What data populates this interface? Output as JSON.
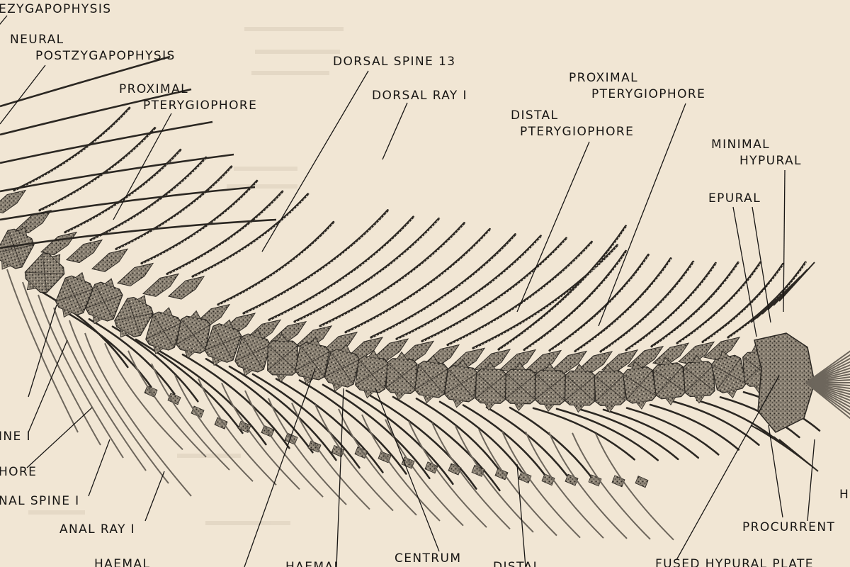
{
  "labels": {
    "prezygapophysis": "EZYGAPOPHYSIS",
    "neural_postzygapophysis": [
      "NEURAL",
      "POSTZYGAPOPHYSIS"
    ],
    "proximal_pterygiophore_left": [
      "PROXIMAL",
      "PTERYGIOPHORE"
    ],
    "dorsal_spine_13": "DORSAL SPINE 13",
    "dorsal_ray_1": "DORSAL RAY I",
    "proximal_pterygiophore_right": [
      "PROXIMAL",
      "PTERYGIOPHORE"
    ],
    "distal_pterygiophore": [
      "DISTAL",
      "PTERYGIOPHORE"
    ],
    "minimal_hypural": [
      "MINIMAL",
      "HYPURAL"
    ],
    "epural": "EPURAL",
    "spine_1_partial": "INE I",
    "phore_partial": "HORE",
    "anal_spine_1": "NAL SPINE I",
    "anal_ray_1": "ANAL RAY I",
    "haemal_left": "HAEMAL",
    "haemal_mid": "HAEMAL",
    "centrum": "CENTRUM",
    "distal_bottom": "DISTAL",
    "procurrent": "PROCURRENT",
    "h_partial": "H",
    "fused_hypural_plate": "FUSED HYPURAL PLATE"
  },
  "colors": {
    "paper": "#f1e6d4",
    "ink": "#181614",
    "bone_dark": "#2b2722",
    "bone_mid": "#6d665c",
    "ghost_text": "#d9ccb8"
  }
}
